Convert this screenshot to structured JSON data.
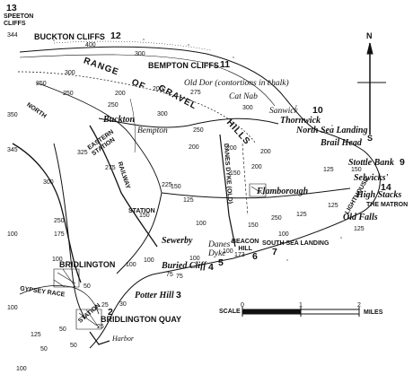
{
  "cliffs": {
    "speeton": "SPEETON\nCLIFFS",
    "speeton_height": "344",
    "buckton": "BUCKTON CLIFFS",
    "bempton": "BEMPTON CLIFFS"
  },
  "ridge": [
    "RANGE",
    "OF",
    "GRAVEL",
    "HILLS"
  ],
  "places": {
    "old_dor": "Old Dor (contortions in chalk)",
    "cat_nab": "Cat Nab",
    "sanwick": "Sanwick",
    "thornwick": "Thornwick",
    "north_sea_landing": "North Sea Landing",
    "buckton": "Buckton",
    "bempton": "Bempton",
    "brail_head": "Brail Head",
    "stottle_bank": "Stottle Bank",
    "selwicks": "Selwicks'",
    "high_stacks": "High Stacks",
    "the_matron": "THE MATRON",
    "lighthouse": "LIGHTHOUSE",
    "old_falls": "Old Falls",
    "flamborough": "Flamborough",
    "beacon_hill": "BEACON\nHILL",
    "danes_dyke": "Danes'\nDyke",
    "south_sea_landing": "SOUTH SEA LANDING",
    "sewerby": "Sewerby",
    "buried_cliff": "Buried Cliff",
    "potter_hill": "Potter Hill",
    "bridlington": "BRIDLINGTON",
    "bridlington_quay": "BRIDLINGTON QUAY",
    "harbor": "Harbor",
    "gypsey_race": "GYPSEY RACE",
    "old_dyke": "DANES DYKE (OLD)",
    "eastern_station": "EASTERN\nSTATION",
    "north": "NORTH",
    "railway": "RAILWAY",
    "station": "STATION",
    "station2": "STATION"
  },
  "numbers": {
    "n2": "2",
    "n3": "3",
    "n4": "4",
    "n5": "5",
    "n6": "6",
    "n7": "7",
    "n9": "9",
    "n10": "10",
    "n11": "11",
    "n12": "12",
    "n13": "13",
    "n14": "14"
  },
  "heights": [
    "400",
    "300",
    "300",
    "250",
    "250",
    "200",
    "250",
    "200",
    "300",
    "350",
    "345",
    "300",
    "325",
    "275",
    "250",
    "175",
    "100",
    "100",
    "100",
    "125",
    "150",
    "150",
    "200",
    "225",
    "200",
    "150",
    "275",
    "250",
    "125",
    "125",
    "125",
    "150",
    "100",
    "125",
    "100",
    "100",
    "75",
    "50",
    "50",
    "50",
    "25",
    "50",
    "25",
    "100",
    "200",
    "250",
    "173",
    "200",
    "300",
    "30",
    "125",
    "150",
    "100",
    "100",
    "100",
    "75"
  ],
  "compass": {
    "north": "N",
    "south": "S"
  },
  "scale": {
    "label": "SCALE",
    "ticks": [
      "0",
      "1",
      "2"
    ],
    "unit": "MILES"
  },
  "colors": {
    "ink": "#111111",
    "paper": "#ffffff"
  }
}
